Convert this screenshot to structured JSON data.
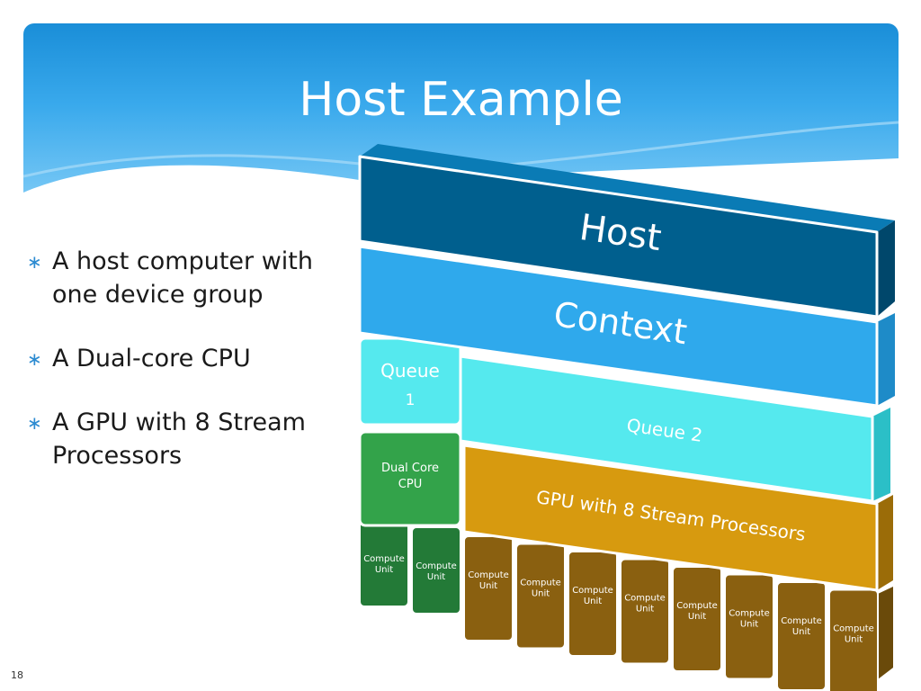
{
  "slide": {
    "title": "Host Example",
    "number": "18",
    "bullets": [
      {
        "text": "A host computer with one device group"
      },
      {
        "text": "A Dual-core CPU"
      },
      {
        "text": "A GPU with 8 Stream Processors"
      }
    ]
  },
  "diagram": {
    "host": {
      "label": "Host",
      "color": "#005f8e"
    },
    "context": {
      "label": "Context",
      "color": "#2fa9ec"
    },
    "queue1": {
      "label": "Queue 1",
      "color": "#55e9ee"
    },
    "queue2": {
      "label": "Queue 2",
      "color": "#55e9ee"
    },
    "cpu": {
      "label": "Dual Core CPU",
      "color": "#33a34a"
    },
    "gpu": {
      "label": "GPU with 8 Stream Processors",
      "color": "#d79a0f"
    },
    "compute_unit_label": "Compute Unit",
    "cpu_unit_color": "#237a37",
    "gpu_unit_color": "#8a6010"
  }
}
